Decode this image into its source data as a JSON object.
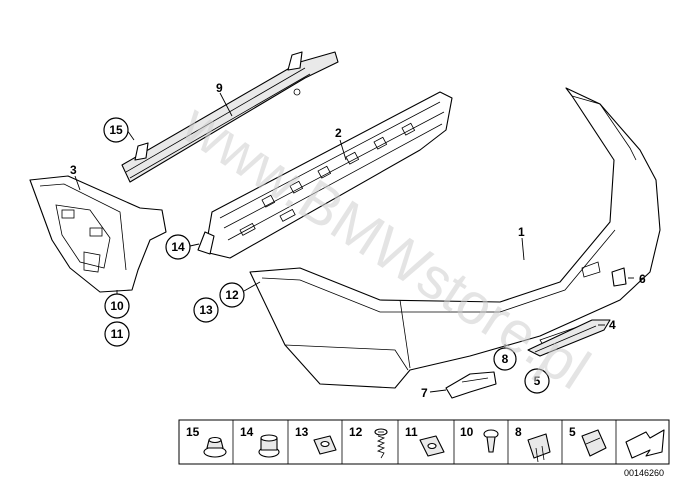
{
  "watermark": "www.BMWstore.pl",
  "callouts": {
    "p1": "1",
    "p2": "2",
    "p3": "3",
    "p4": "4",
    "p6": "6",
    "p7": "7",
    "p9": "9",
    "c5": "5",
    "c8": "8",
    "c10": "10",
    "c11": "11",
    "c12": "12",
    "c13": "13",
    "c14": "14",
    "c15": "15"
  },
  "legend": {
    "cells": [
      {
        "label": "15"
      },
      {
        "label": "14"
      },
      {
        "label": "13"
      },
      {
        "label": "12"
      },
      {
        "label": "11"
      },
      {
        "label": "10"
      },
      {
        "label": "8"
      },
      {
        "label": "5"
      }
    ]
  },
  "doc_id": "00146260"
}
